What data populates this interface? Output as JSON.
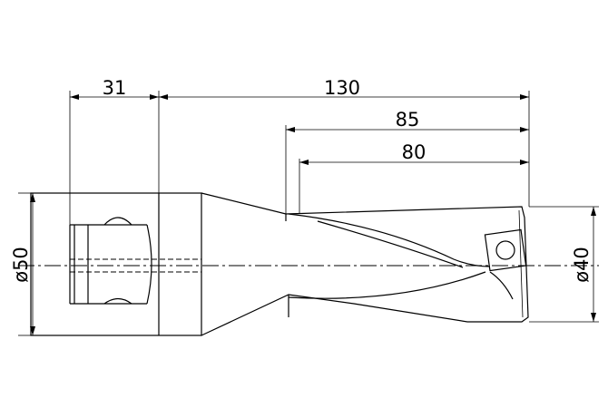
{
  "drawing": {
    "dimensions": {
      "shank_length": "31",
      "overall_length": "130",
      "length_85": "85",
      "length_80": "80",
      "shank_diameter": "ø50",
      "cutting_diameter": "ø40"
    }
  }
}
